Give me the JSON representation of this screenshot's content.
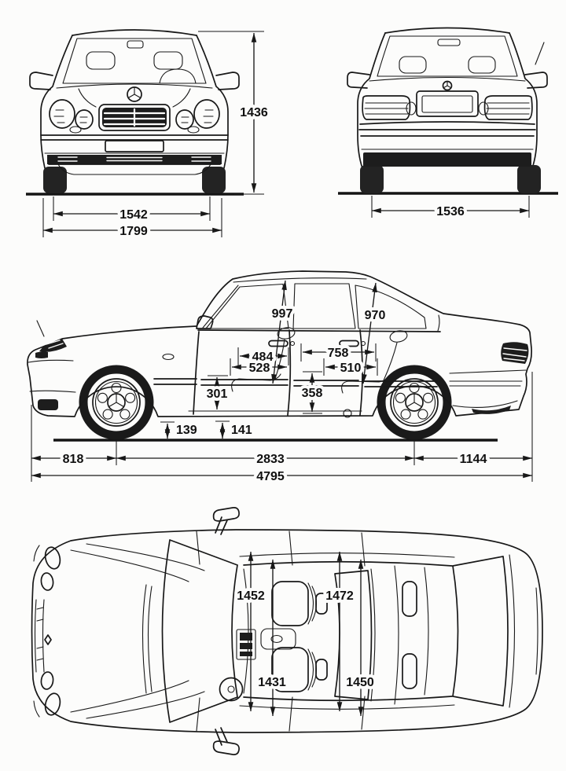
{
  "palette": {
    "ink": "#181818",
    "paper": "#fcfcfb"
  },
  "views": {
    "front": {
      "label": "front-view",
      "height": "1436",
      "track": "1542",
      "width": "1799"
    },
    "rear": {
      "label": "rear-view",
      "track": "1536"
    },
    "side": {
      "label": "side-view",
      "front_interior_height": "997",
      "rear_interior_height": "970",
      "front_aperture_upper": "484",
      "front_aperture_lower": "528",
      "rear_aperture_upper": "758",
      "rear_aperture_lower": "510",
      "front_step_height": "301",
      "rear_step_height": "358",
      "clearance_front": "139",
      "clearance_rear": "141",
      "front_overhang": "818",
      "wheelbase": "2833",
      "rear_overhang": "1144",
      "overall_length": "4795"
    },
    "top": {
      "label": "top-view",
      "front_row_width_outer": "1452",
      "front_row_width_inner": "1431",
      "rear_row_width_outer": "1472",
      "rear_row_width_inner": "1450"
    }
  }
}
